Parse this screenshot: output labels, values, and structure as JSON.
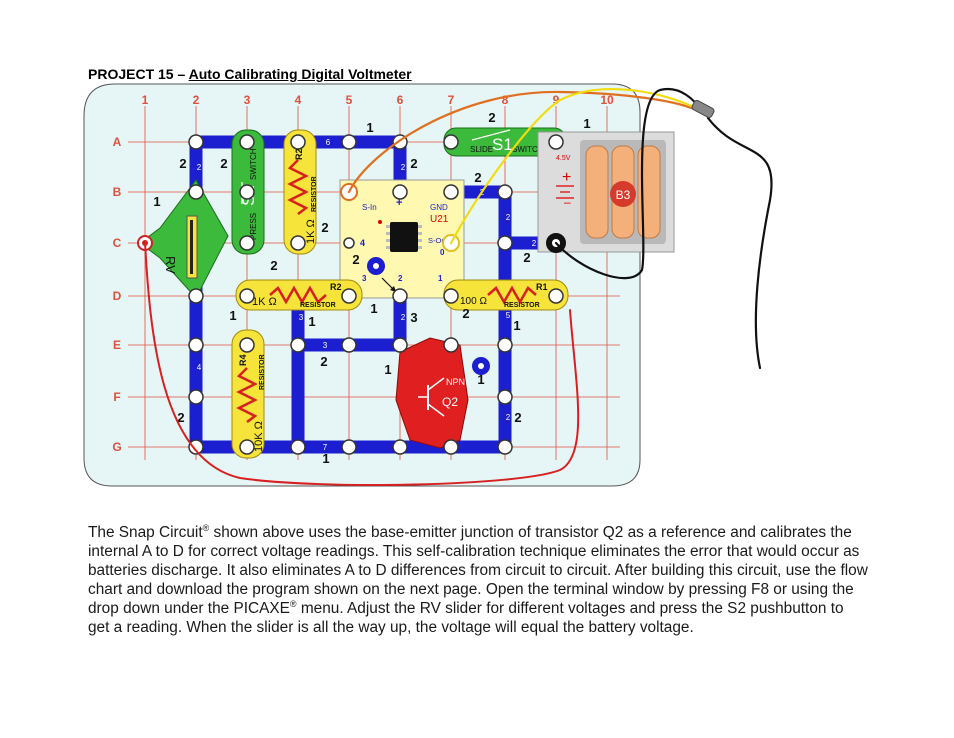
{
  "title": {
    "prefix": "PROJECT 15 – ",
    "underlined": "Auto Calibrating Digital Voltmeter"
  },
  "grid": {
    "columns": [
      "1",
      "2",
      "3",
      "4",
      "5",
      "6",
      "7",
      "8",
      "9",
      "10"
    ],
    "rows": [
      "A",
      "B",
      "C",
      "D",
      "E",
      "F",
      "G"
    ]
  },
  "components": {
    "s2": {
      "label": "S2",
      "sub": "PRESS",
      "sub2": "SWITCH"
    },
    "r2_top": {
      "label": "R2",
      "value": "1K Ω",
      "type": "RESISTOR"
    },
    "r2_mid": {
      "label": "R2",
      "value": "1K Ω",
      "type": "RESISTOR"
    },
    "r1": {
      "label": "R1",
      "value": "100 Ω",
      "type": "RESISTOR"
    },
    "r4": {
      "label": "R4",
      "value": "10K Ω",
      "type": "RESISTOR"
    },
    "rv": {
      "label": "RV"
    },
    "s1": {
      "label": "S1",
      "sub": "SLIDE",
      "sub2": "SWITCH"
    },
    "u21": {
      "label": "U21",
      "s_in": "S-In",
      "gnd": "GND",
      "s_out": "S-Out",
      "p4": "4",
      "p0": "0",
      "p1": "1",
      "p2": "2",
      "p3": "3",
      "plus": "+"
    },
    "q2": {
      "label": "Q2",
      "type": "NPN"
    },
    "b3": {
      "label": "B3",
      "voltage": "4.5V",
      "plus": "+",
      "minus": "–"
    }
  },
  "level_numbers": {
    "a_top": "1",
    "a_s1": "2",
    "a_right": "1",
    "b_left": "2",
    "b_s2": "2",
    "b_mid": "2",
    "b_center": "2",
    "b_right": "2",
    "c_left": "1",
    "c_r2": "2",
    "c_u21": "2",
    "c_right": "2",
    "d_left": "2",
    "d_mid": "1",
    "d_r1": "2",
    "e_left": "1",
    "e_mid": "1",
    "e_right": "1",
    "e_center": "3",
    "f_mid": "2",
    "f_q2": "1",
    "f_right": "1",
    "g_left": "2",
    "g_right": "2",
    "g_bottom": "1"
  },
  "wire_numbers": {
    "w6": "6",
    "w2a": "2",
    "w2b": "2",
    "w2c": "2",
    "w3a": "3",
    "w3b": "3",
    "w4": "4",
    "w7": "7",
    "w2d": "2",
    "w5": "5",
    "w2e": "2",
    "w2f": "2",
    "w2g": "2"
  },
  "paragraph": {
    "part1": "The Snap Circuit",
    "reg1": "®",
    "part2": " shown above uses the base-emitter junction of transistor Q2 as a reference and calibrates the internal A to D for correct voltage readings. This self-calibration technique eliminates the error that would occur as batteries discharge. It also eliminates A to D differences from circuit to circuit. After building this circuit, use the flow chart and download the program shown on the next page. Open the terminal window by pressing F8 or using the drop down under the PICAXE",
    "reg2": "®",
    "part3": " menu. Adjust the RV slider for different voltages and press the S2 pushbutton to get a reading. When the slider is all the way up, the voltage will equal the battery voltage."
  },
  "colors": {
    "board": "#e6f6f6",
    "gridline": "#e0503c",
    "wire_blue": "#1c1fd0",
    "u21_yellow": "#fff8b0",
    "green": "#3cba3c",
    "red_part": "#e02020",
    "yellow_part": "#f6e43a"
  }
}
